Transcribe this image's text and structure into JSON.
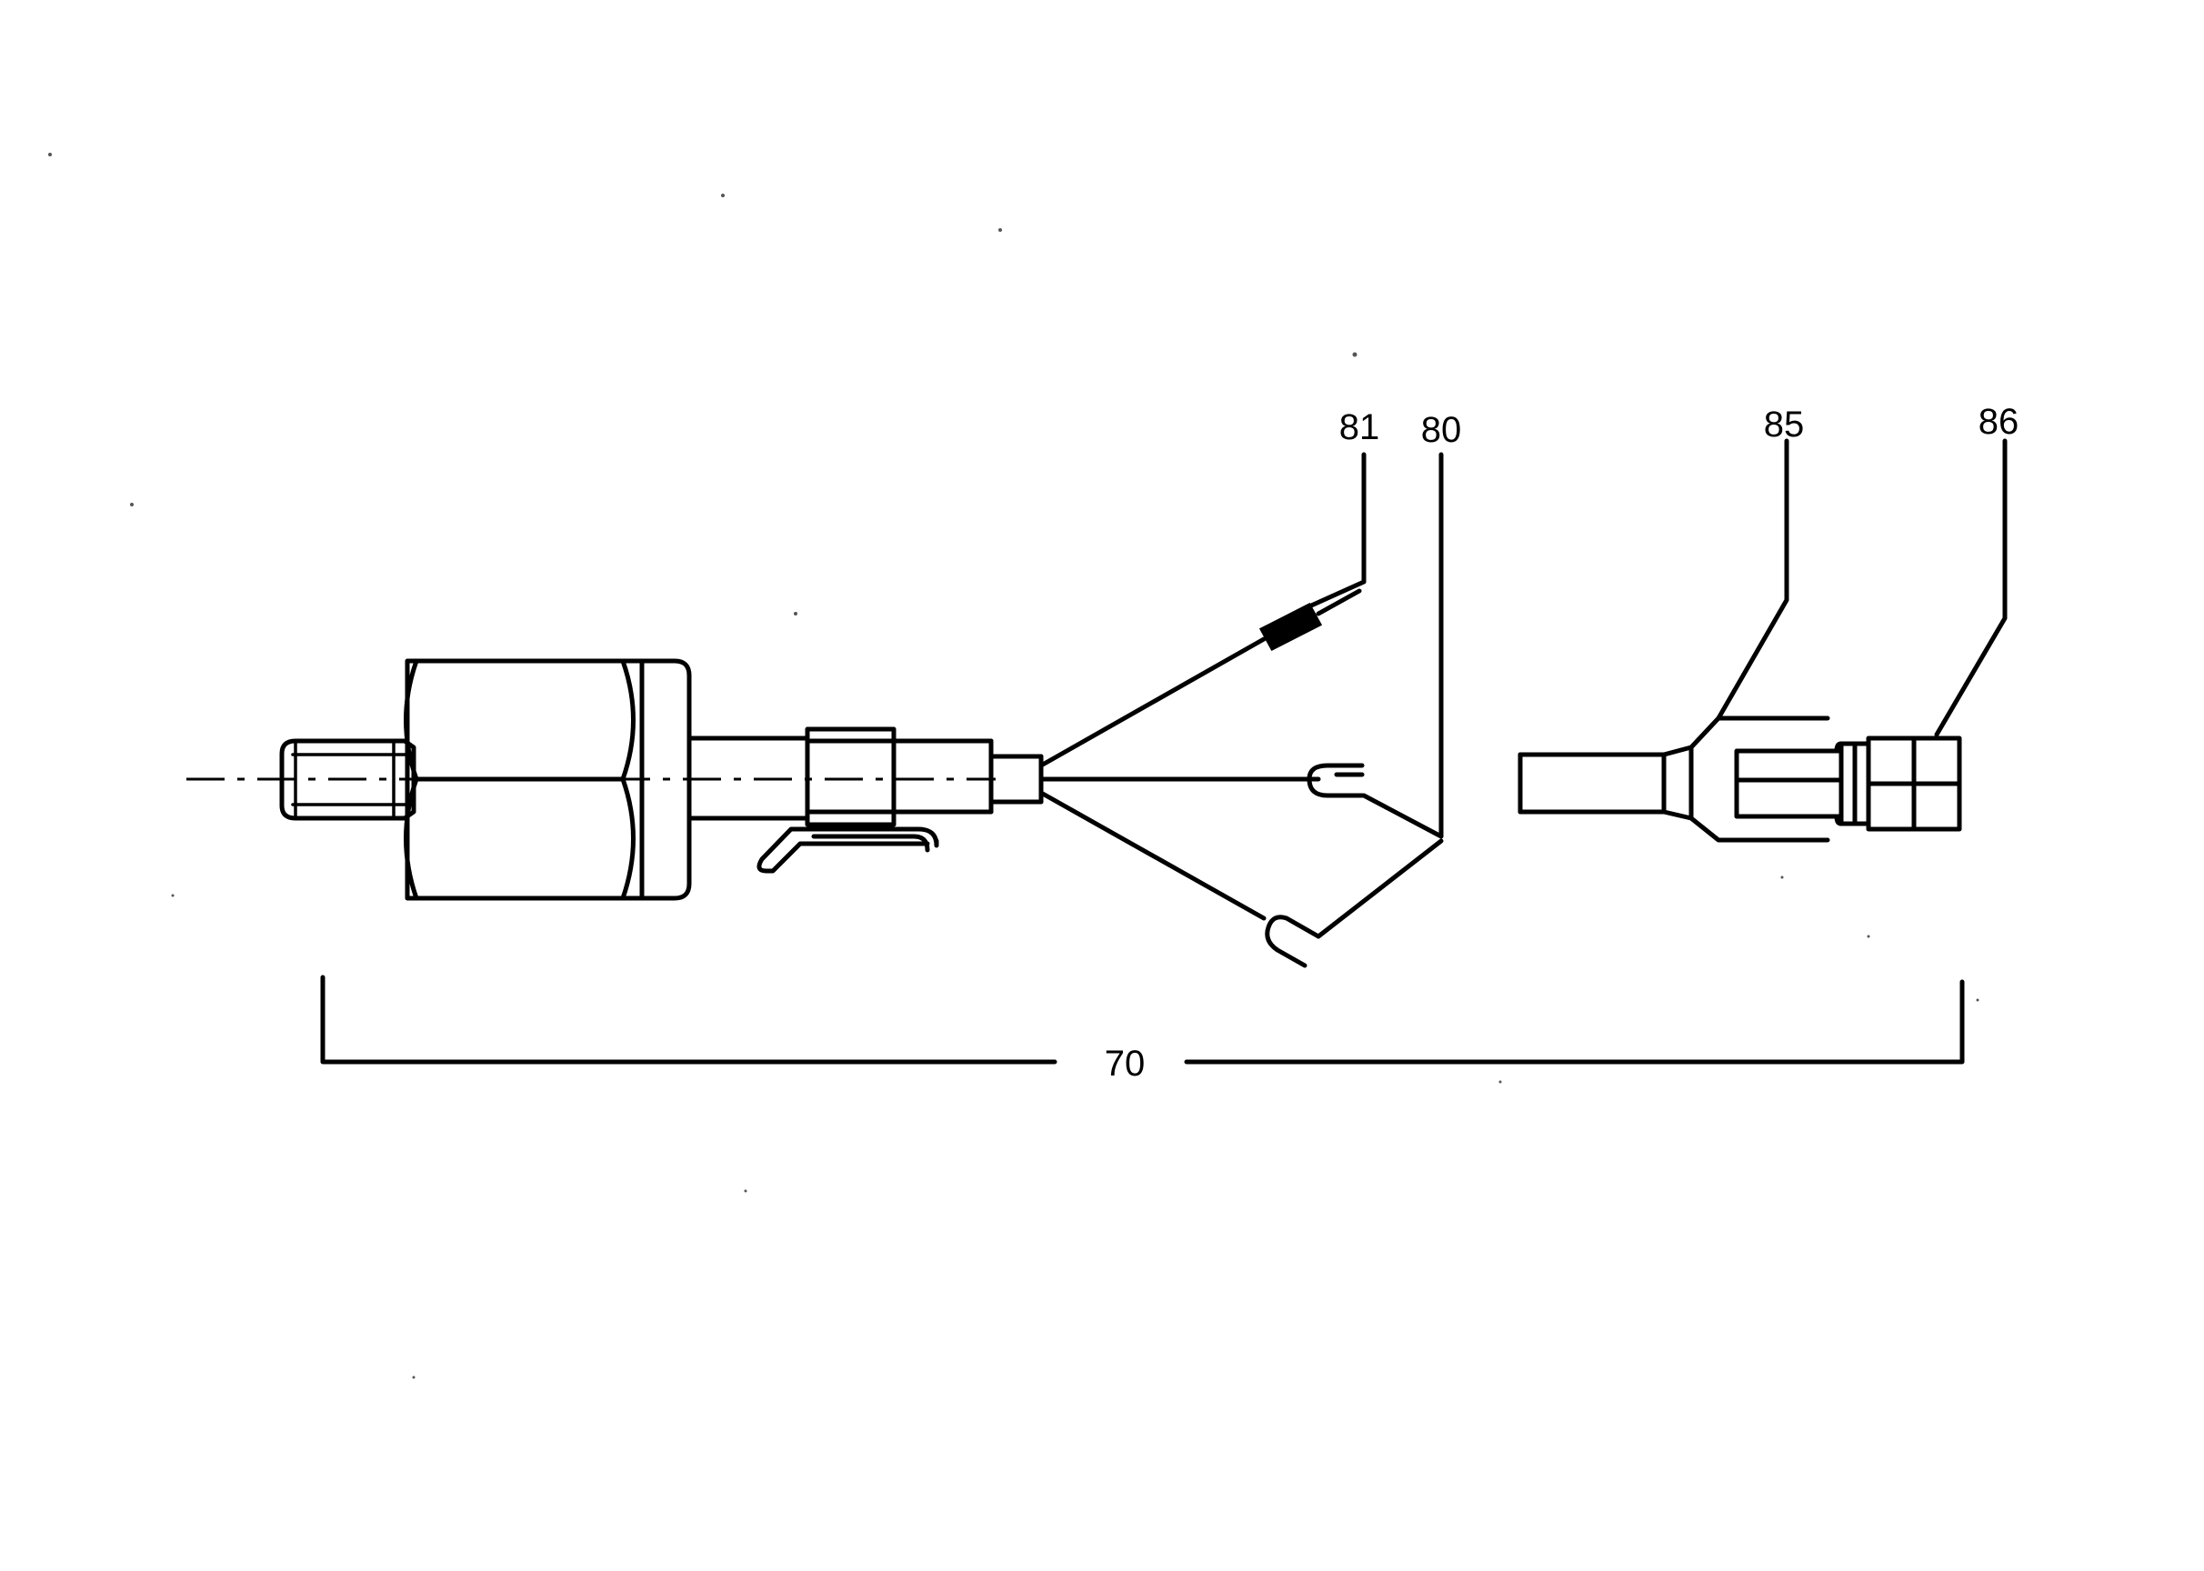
{
  "labels": {
    "l81": "81",
    "l80": "80",
    "l85": "85",
    "l86": "86",
    "l70": "70"
  },
  "colors": {
    "ink": "#000000",
    "paper": "#ffffff"
  }
}
